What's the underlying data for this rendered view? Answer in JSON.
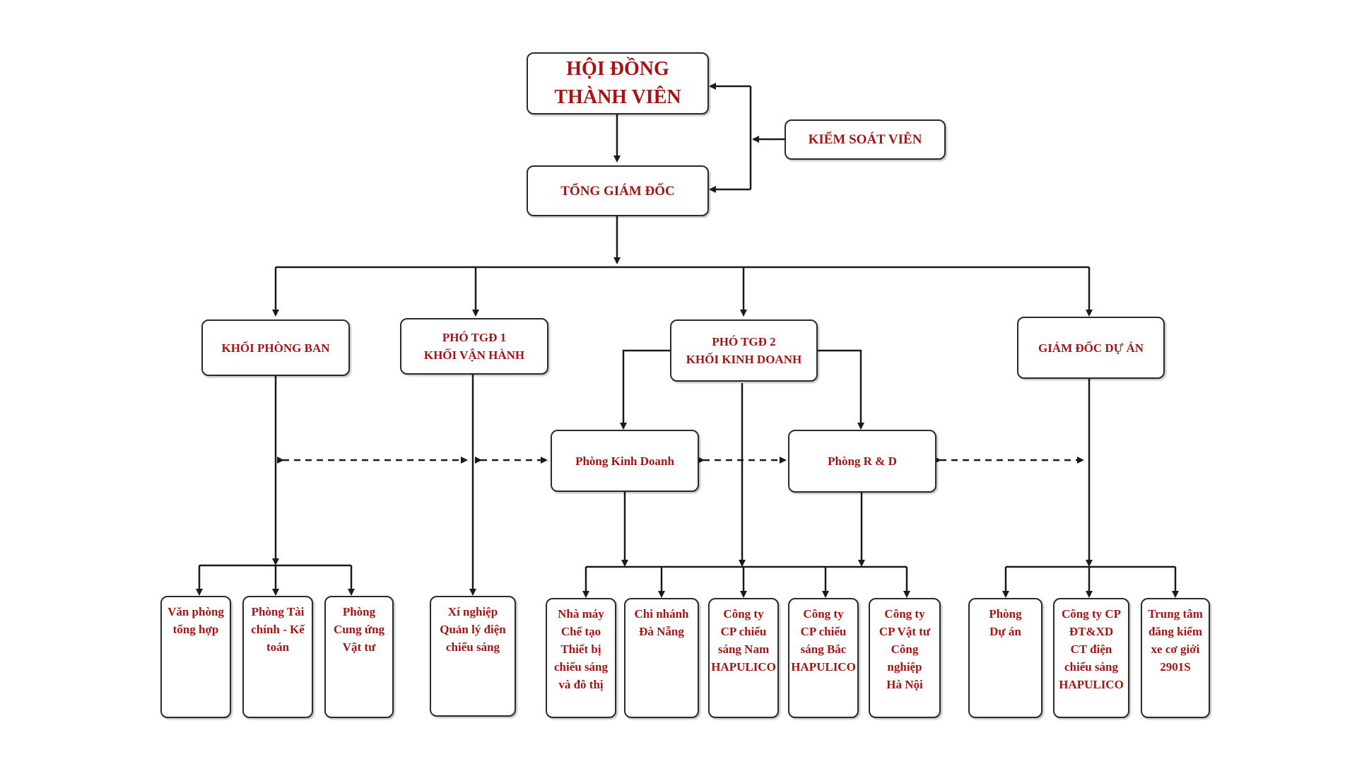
{
  "nodes": {
    "hdtv": "HỘI ĐỒNG\nTHÀNH VIÊN",
    "ksv": "KIỂM SOÁT VIÊN",
    "tgd": "TỔNG GIÁM ĐỐC",
    "khoi_phong_ban": "KHỐI PHÒNG BAN",
    "pho_tgd1": "PHÓ TGĐ 1\nKHỐI VẬN HÀNH",
    "pho_tgd2": "PHÓ TGĐ 2\nKHỐI KINH DOANH",
    "gd_du_an": "GIÁM ĐỐC  DỰ ÁN",
    "phong_kd": "Phòng Kinh Doanh",
    "phong_rd": "Phòng R & D"
  },
  "leaves": {
    "van_phong": "Văn phòng\ntổng hợp",
    "tai_chinh": "Phòng Tài\nchính - Kế\ntoán",
    "cung_ung": "Phòng\nCung ứng\nVật tư",
    "xi_nghiep": "Xí nghiệp\nQuản lý điện\nchiếu sáng",
    "nha_may": "Nhà máy\nChế tạo\nThiết bị\nchiếu sáng\nvà đô thị",
    "chi_nhanh": "Chi nhánh\nĐà Nẵng",
    "cty_nam": "Công ty\nCP chiếu\nsáng Nam\nHAPULICO",
    "cty_bac": "Công ty\nCP chiếu\nsáng Bắc\nHAPULICO",
    "cty_vat_tu": "Công ty\nCP Vật tư\nCông\nnghiệp\nHà Nội",
    "phong_du_an": "Phòng\nDự án",
    "cty_dtxd": "Công ty CP\nĐT&XD\nCT điện\nchiếu sáng\nHAPULICO",
    "trung_tam": "Trung tâm\nđăng kiểm\nxe cơ giới\n2901S"
  },
  "colors": {
    "text": "#a31515",
    "line": "#1a1a1a"
  }
}
